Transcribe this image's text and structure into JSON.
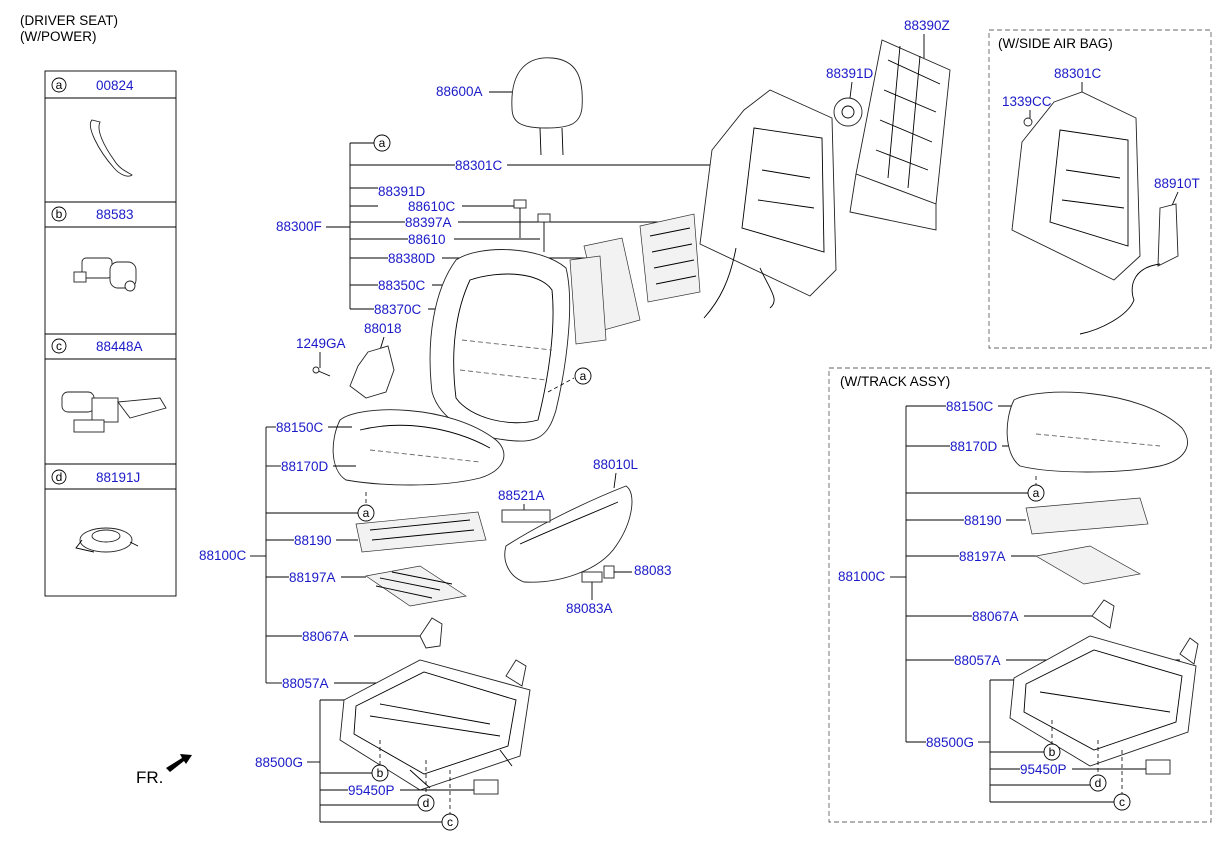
{
  "header": {
    "line1": "(DRIVER SEAT)",
    "line2": "(W/POWER)"
  },
  "legend": [
    {
      "letter": "a",
      "part": "00824"
    },
    {
      "letter": "b",
      "part": "88583"
    },
    {
      "letter": "c",
      "part": "88448A"
    },
    {
      "letter": "d",
      "part": "88191J"
    }
  ],
  "boxes": {
    "side_airbag": "(W/SIDE AIR BAG)",
    "track_assy": "(W/TRACK ASSY)"
  },
  "front_label": "FR.",
  "callouts": {
    "88600A": "88600A",
    "88301C": "88301C",
    "88391D": "88391D",
    "88610C": "88610C",
    "88300F": "88300F",
    "88397A": "88397A",
    "88610": "88610",
    "88380D": "88380D",
    "88350C": "88350C",
    "88370C": "88370C",
    "88390Z": "88390Z",
    "88391D_top": "88391D",
    "1249GA": "1249GA",
    "88018": "88018",
    "88150C": "88150C",
    "88170D": "88170D",
    "88100C": "88100C",
    "88190": "88190",
    "88197A": "88197A",
    "88067A": "88067A",
    "88057A": "88057A",
    "88500G": "88500G",
    "95450P": "95450P",
    "88010L": "88010L",
    "88521A": "88521A",
    "88083": "88083",
    "88083A": "88083A",
    "sab_88301C": "88301C",
    "sab_1339CC": "1339CC",
    "sab_88910T": "88910T",
    "tr_88150C": "88150C",
    "tr_88170D": "88170D",
    "tr_88190": "88190",
    "tr_88197A": "88197A",
    "tr_88100C": "88100C",
    "tr_88067A": "88067A",
    "tr_88057A": "88057A",
    "tr_88500G": "88500G",
    "tr_95450P": "95450P"
  },
  "markers": {
    "a": "a",
    "b": "b",
    "c": "c",
    "d": "d"
  }
}
